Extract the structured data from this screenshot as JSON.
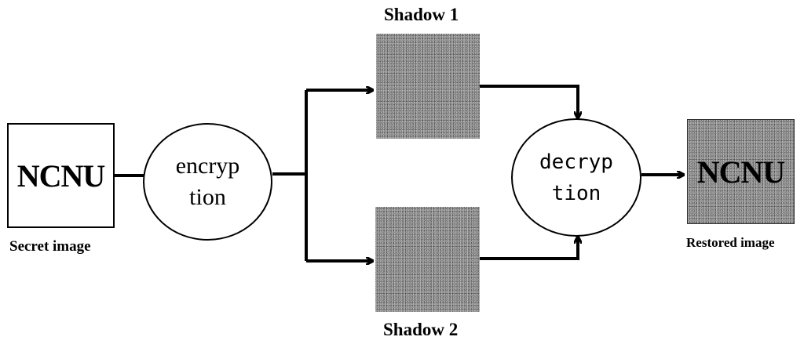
{
  "secret": {
    "text": "NCNU",
    "label": "Secret image"
  },
  "encryption": {
    "line1": "encryp",
    "line2": "tion"
  },
  "shadow1": {
    "label": "Shadow 1"
  },
  "shadow2": {
    "label": "Shadow 2"
  },
  "decryption": {
    "line1": "decryp",
    "line2": "tion"
  },
  "restored": {
    "text": "NCNU",
    "label": "Restored image"
  }
}
